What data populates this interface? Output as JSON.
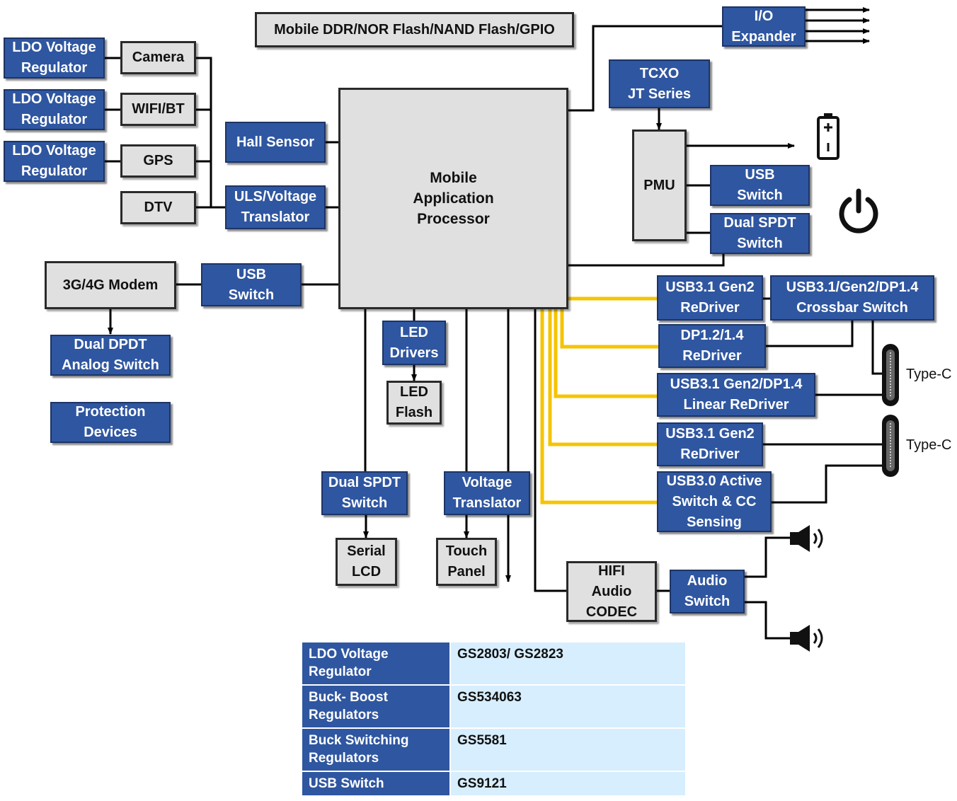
{
  "blocks": {
    "memory": "Mobile DDR/NOR Flash/NAND Flash/GPIO",
    "ldo1": "LDO Voltage\nRegulator",
    "ldo2": "LDO Voltage\nRegulator",
    "ldo3": "LDO Voltage\nRegulator",
    "camera": "Camera",
    "wifi": "WIFI/BT",
    "gps": "GPS",
    "dtv": "DTV",
    "hall": "Hall Sensor",
    "uls": "ULS/Voltage\nTranslator",
    "processor": "Mobile\nApplication\nProcessor",
    "io_expander": "I/O\nExpander",
    "tcxo": "TCXO\nJT Series",
    "pmu": "PMU",
    "usb_switch_pmu": "USB\nSwitch",
    "dual_spdt_pmu": "Dual SPDT\nSwitch",
    "modem": "3G/4G Modem",
    "usb_switch_modem": "USB\nSwitch",
    "dual_dpdt": "Dual DPDT\nAnalog Switch",
    "protection": "Protection\nDevices",
    "led_drivers": "LED\nDrivers",
    "led_flash": "LED\nFlash",
    "dual_spdt_lcd": "Dual SPDT\nSwitch",
    "serial_lcd": "Serial\nLCD",
    "voltage_translator": "Voltage\nTranslator",
    "touch_panel": "Touch\nPanel",
    "redriver1": "USB3.1 Gen2\nReDriver",
    "crossbar": "USB3.1/Gen2/DP1.4\nCrossbar Switch",
    "dp_redriver": "DP1.2/1.4\nReDriver",
    "linear_redriver": "USB3.1 Gen2/DP1.4\nLinear ReDriver",
    "redriver2": "USB3.1 Gen2\nReDriver",
    "active_switch": "USB3.0 Active\nSwitch & CC\nSensing",
    "hifi": "HIFI\nAudio\nCODEC",
    "audio_switch": "Audio\nSwitch"
  },
  "labels": {
    "typec1": "Type-C",
    "typec2": "Type-C"
  },
  "icons": [
    "battery-icon",
    "power-icon",
    "speaker-icon",
    "type-c-connector-icon"
  ],
  "colors": {
    "block_blue": "#2f56a0",
    "block_gray": "#e0e0e0",
    "bus_yellow": "#f5c400",
    "table_value_bg": "#d7eeff"
  },
  "parts_table": [
    {
      "category": "LDO Voltage Regulator",
      "part": "GS2803/ GS2823"
    },
    {
      "category": "Buck- Boost Regulators",
      "part": "GS534063"
    },
    {
      "category": "Buck Switching Regulators",
      "part": "GS5581"
    },
    {
      "category": "USB Switch",
      "part": "GS9121"
    }
  ]
}
